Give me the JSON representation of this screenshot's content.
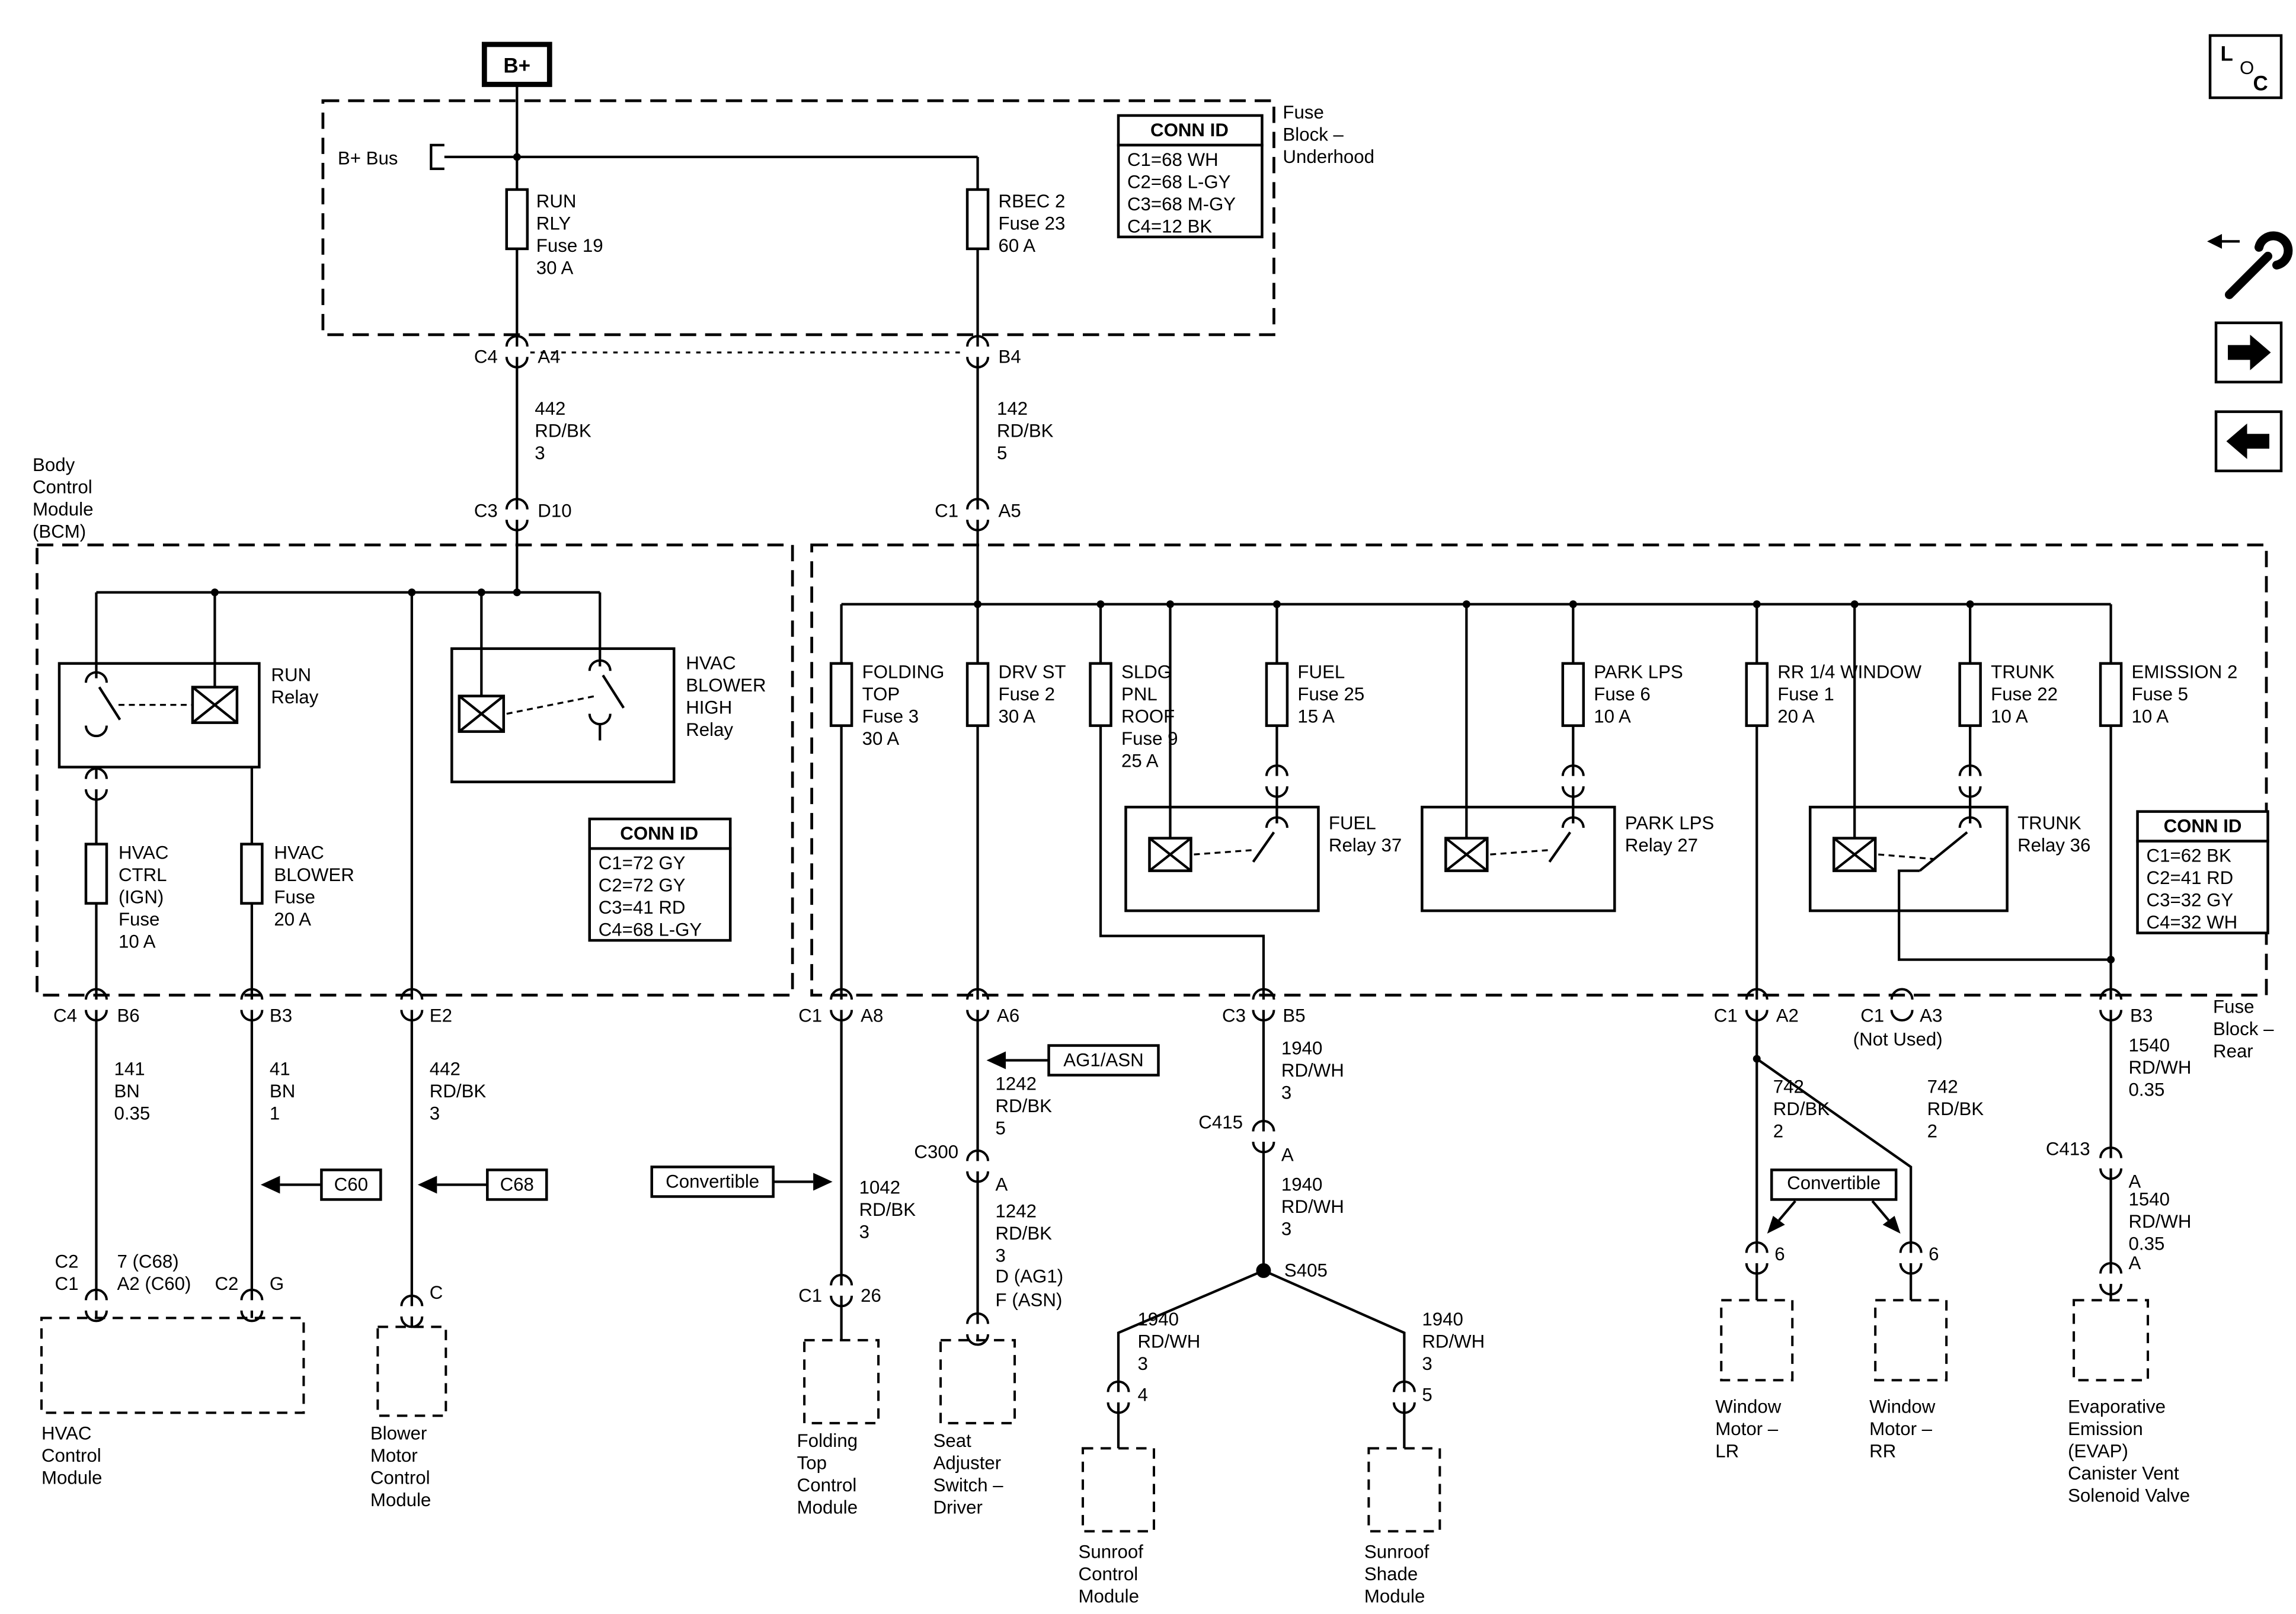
{
  "colors": {
    "ink": "#000000",
    "paper": "#ffffff"
  },
  "toolbar": {
    "loc_l": "L",
    "loc_o": "O",
    "loc_c": "C",
    "icons": {
      "hotlink": "wrench-arrow-icon",
      "forward": "next-arrow-icon",
      "back": "back-arrow-icon"
    }
  },
  "underhood": {
    "battery": "B+",
    "bus_label": "B+ Bus",
    "block_label": "Fuse\nBlock –\nUnderhood",
    "fuse_run_rly": "RUN\nRLY\nFuse 19\n30 A",
    "fuse_rbec2": "RBEC 2\nFuse 23\n60 A",
    "conn_id": {
      "title": "CONN ID",
      "rows": [
        "C1=68 WH",
        "C2=68 L-GY",
        "C3=68 M-GY",
        "C4=12 BK"
      ]
    },
    "pins": {
      "c4": "C4",
      "a4": "A4",
      "b4": "B4"
    }
  },
  "feeds": {
    "wire_442": "442\nRD/BK\n3",
    "wire_142": "142\nRD/BK\n5",
    "pins": {
      "c3": "C3",
      "d10": "D10",
      "c1": "C1",
      "a5": "A5"
    }
  },
  "bcm": {
    "label": "Body\nControl\nModule\n(BCM)",
    "run_relay": "RUN\nRelay",
    "hvac_blower_high_relay": "HVAC\nBLOWER\nHIGH\nRelay",
    "fuse_hvac_ctrl": "HVAC\nCTRL\n(IGN)\nFuse\n10 A",
    "fuse_hvac_blower": "HVAC\nBLOWER\nFuse\n20 A",
    "conn_id": {
      "title": "CONN ID",
      "rows": [
        "C1=72 GY",
        "C2=72 GY",
        "C3=41 RD",
        "C4=68 L-GY"
      ]
    },
    "pins": {
      "c4": "C4",
      "b6": "B6",
      "b3": "B3",
      "e2": "E2"
    },
    "wire_141": "141\nBN\n0.35",
    "wire_41": "41\nBN\n1",
    "wire_442": "442\nRD/BK\n3",
    "tag_c60": "C60",
    "tag_c68": "C68",
    "hvac_pins": {
      "c2": "C2",
      "c1": "C1",
      "p7": "7 (C68)",
      "a2": "A2 (C60)",
      "c2b": "C2",
      "g": "G"
    },
    "blower_pin": "C",
    "hvac_module": "HVAC\nControl\nModule",
    "blower_module": "Blower\nMotor\nControl\nModule"
  },
  "rear": {
    "block_label": "Fuse\nBlock –\nRear",
    "fuses": {
      "folding_top": "FOLDING\nTOP\nFuse 3\n30 A",
      "drv_st": "DRV ST\nFuse 2\n30 A",
      "sldg_pnl_roof": "SLDG\nPNL\nROOF\nFuse 9\n25 A",
      "fuel": "FUEL\nFuse 25\n15 A",
      "park_lps": "PARK LPS\nFuse 6\n10 A",
      "rr_window": "RR 1/4 WINDOW\nFuse 1\n20 A",
      "trunk": "TRUNK\nFuse 22\n10 A",
      "emission2": "EMISSION 2\nFuse 5\n10 A"
    },
    "relays": {
      "fuel": "FUEL\nRelay 37",
      "park_lps": "PARK LPS\nRelay 27",
      "trunk": "TRUNK\nRelay 36"
    },
    "conn_id": {
      "title": "CONN ID",
      "rows": [
        "C1=62 BK",
        "C2=41 RD",
        "C3=32 GY",
        "C4=32 WH"
      ]
    },
    "pins": {
      "c1a": "C1",
      "a8": "A8",
      "a6": "A6",
      "c3": "C3",
      "b5": "B5",
      "c1b": "C1",
      "a2": "A2",
      "c1c": "C1",
      "a3": "A3",
      "not_used": "(Not Used)",
      "b3": "B3"
    },
    "tags": {
      "ag1_asn": "AG1/ASN",
      "convertible": "Convertible"
    },
    "wires": {
      "w1042": "1042\nRD/BK\n3",
      "w1242_5": "1242\nRD/BK\n5",
      "w1242_3": "1242\nRD/BK\n3",
      "w1940": "1940\nRD/WH\n3",
      "w742": "742\nRD/BK\n2",
      "w1540": "1540\nRD/WH\n0.35"
    },
    "inline": {
      "c300": "C300",
      "c300_pin": "A",
      "c415": "C415",
      "c415_pin": "A",
      "s405": "S405",
      "c413": "C413",
      "c413_pin": "A"
    },
    "module_pins": {
      "c1": "C1",
      "p26": "26",
      "d_ag1": "D (AG1)",
      "f_asn": "F (ASN)",
      "p4": "4",
      "p5": "5",
      "p6": "6",
      "a": "A"
    },
    "modules": {
      "folding_top": "Folding\nTop\nControl\nModule",
      "seat_adjuster": "Seat\nAdjuster\nSwitch –\nDriver",
      "sunroof_control": "Sunroof\nControl\nModule",
      "sunroof_shade": "Sunroof\nShade\nModule",
      "window_lr": "Window\nMotor –\nLR",
      "window_rr": "Window\nMotor –\nRR",
      "evap": "Evaporative\nEmission\n(EVAP)\nCanister Vent\nSolenoid Valve"
    }
  }
}
